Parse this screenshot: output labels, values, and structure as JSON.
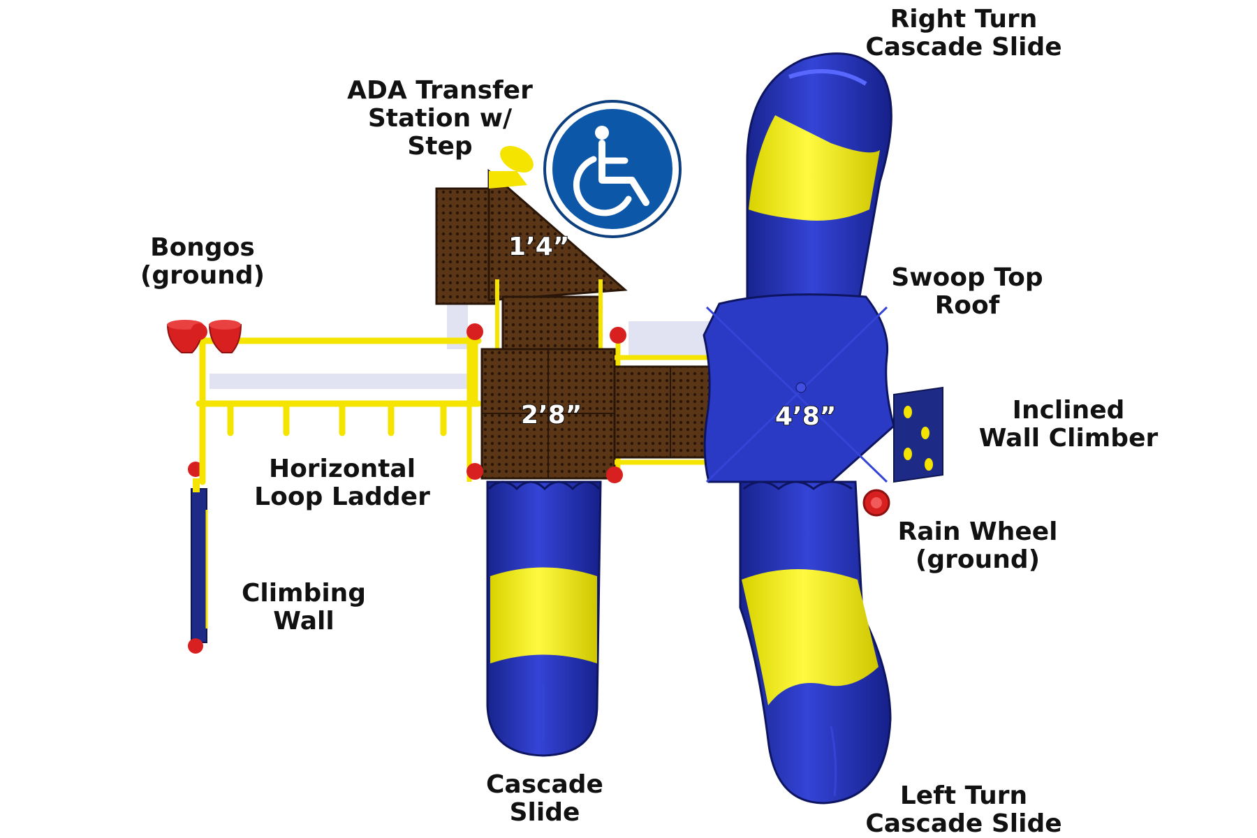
{
  "labels": {
    "right_turn_slide": [
      "Right Turn",
      "Cascade Slide"
    ],
    "ada_transfer": [
      "ADA Transfer",
      "Station w/",
      "Step"
    ],
    "bongos": [
      "Bongos",
      "(ground)"
    ],
    "swoop_roof": [
      "Swoop Top",
      "Roof"
    ],
    "inclined_climber": [
      "Inclined",
      "Wall Climber"
    ],
    "loop_ladder": [
      "Horizontal",
      "Loop Ladder"
    ],
    "rain_wheel": [
      "Rain Wheel",
      "(ground)"
    ],
    "climbing_wall": [
      "Climbing",
      "Wall"
    ],
    "cascade_slide": [
      "Cascade",
      "Slide"
    ],
    "left_turn_slide": [
      "Left Turn",
      "Cascade Slide"
    ]
  },
  "deck_heights": {
    "transfer_deck": "1’4”",
    "main_deck": "2’8”",
    "tower_deck": "4’8”"
  },
  "colors": {
    "slide_blue": "#2233b8",
    "slide_yellow": "#f2ec12",
    "deck_brown": "#5a3516",
    "frame_yellow": "#f4e400",
    "cap_red": "#d82020",
    "roof_blue": "#2a3ac4",
    "ada_blue": "#0d57a8"
  },
  "icons": {
    "accessibility": "wheelchair-icon"
  }
}
